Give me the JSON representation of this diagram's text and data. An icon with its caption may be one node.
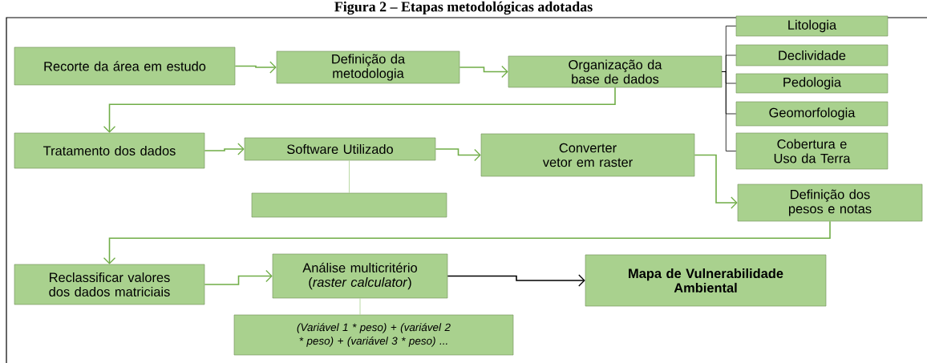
{
  "diagram": {
    "title": "Figura 2 – Etapas metodológicas adotadas",
    "nodes": [
      {
        "text": [
          "Recorte da área em estudo"
        ]
      },
      {
        "text": [
          "Definição da metodologia"
        ]
      },
      {
        "text": [
          "Organização da base de dados"
        ]
      },
      {
        "text": [
          "Litologia"
        ]
      },
      {
        "text": [
          "Declividade"
        ]
      },
      {
        "text": [
          "Pedologia"
        ]
      },
      {
        "text": [
          "Geomorfologia"
        ]
      },
      {
        "text": [
          "Cobertura e Uso da Terra"
        ]
      },
      {
        "text": [
          "Tratamento dos dados"
        ]
      },
      {
        "text": [
          "Software Utilizado"
        ]
      },
      {
        "text": [],
        "shape": "box"
      },
      {
        "text": [
          "Converter vetor em raster"
        ]
      },
      {
        "text": [
          "Definição dos pesos e notas"
        ]
      },
      {
        "text": [
          "Reclassificar valores dos dados matriciais"
        ]
      },
      {
        "text": [
          "Análise multicritério (*raster calculator*)"
        ]
      },
      {
        "text": [
          "(Variável 1 * peso) + (variável 2 * peso) + (variável 3 * peso) ..."
        ]
      },
      {
        "text": [
          "Mapa de Vulnerabilidade Ambiental"
        ]
      }
    ],
    "edges": [
      {
        "from": 0,
        "to": 1,
        "arrow": "to"
      },
      {
        "from": 1,
        "to": 2,
        "arrow": "to"
      },
      {
        "from": 2,
        "to": 3,
        "arrow": "none",
        "color": "#000000"
      },
      {
        "from": 2,
        "to": 4,
        "arrow": "none",
        "color": "#000000"
      },
      {
        "from": 2,
        "to": 5,
        "arrow": "none",
        "color": "#000000"
      },
      {
        "from": 2,
        "to": 6,
        "arrow": "none",
        "color": "#000000"
      },
      {
        "from": 2,
        "to": 7,
        "arrow": "none",
        "color": "#000000"
      },
      {
        "from": 2,
        "to": 8,
        "arrow": "to"
      },
      {
        "from": 8,
        "to": 9,
        "arrow": "to"
      },
      {
        "from": 9,
        "to": 10,
        "arrow": "none",
        "color": "#a9d18e"
      },
      {
        "from": 9,
        "to": 11,
        "arrow": "to"
      },
      {
        "from": 11,
        "to": 12,
        "arrow": "to"
      },
      {
        "from": 12,
        "to": 13,
        "arrow": "to"
      },
      {
        "from": 13,
        "to": 14,
        "arrow": "to"
      },
      {
        "from": 14,
        "to": 15,
        "arrow": "none",
        "color": "#a9d18e"
      },
      {
        "from": 14,
        "to": 16,
        "arrow": "to",
        "color": "#000000"
      }
    ]
  }
}
